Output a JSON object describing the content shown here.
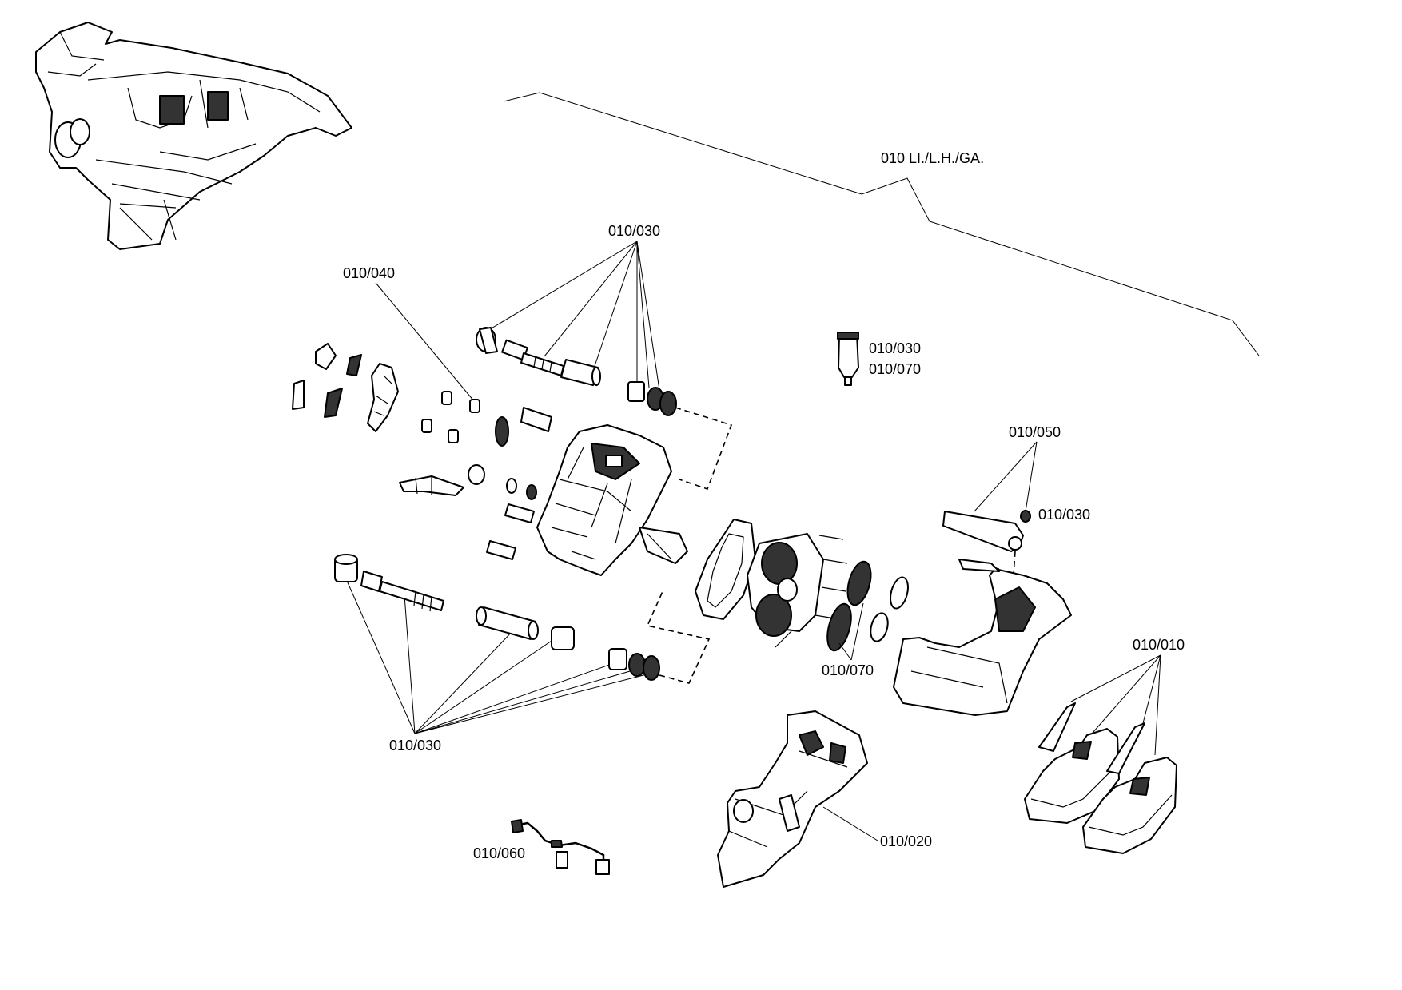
{
  "diagram": {
    "assembly_label": "010 LI./L.H./GA.",
    "callouts": {
      "c_030_top": "010/030",
      "c_040": "010/040",
      "c_030_tube": "010/030",
      "c_070_tube": "010/070",
      "c_050": "010/050",
      "c_030_right": "010/030",
      "c_070_bottom": "010/070",
      "c_010": "010/010",
      "c_030_bottom": "010/030",
      "c_020": "010/020",
      "c_060": "010/060"
    }
  }
}
